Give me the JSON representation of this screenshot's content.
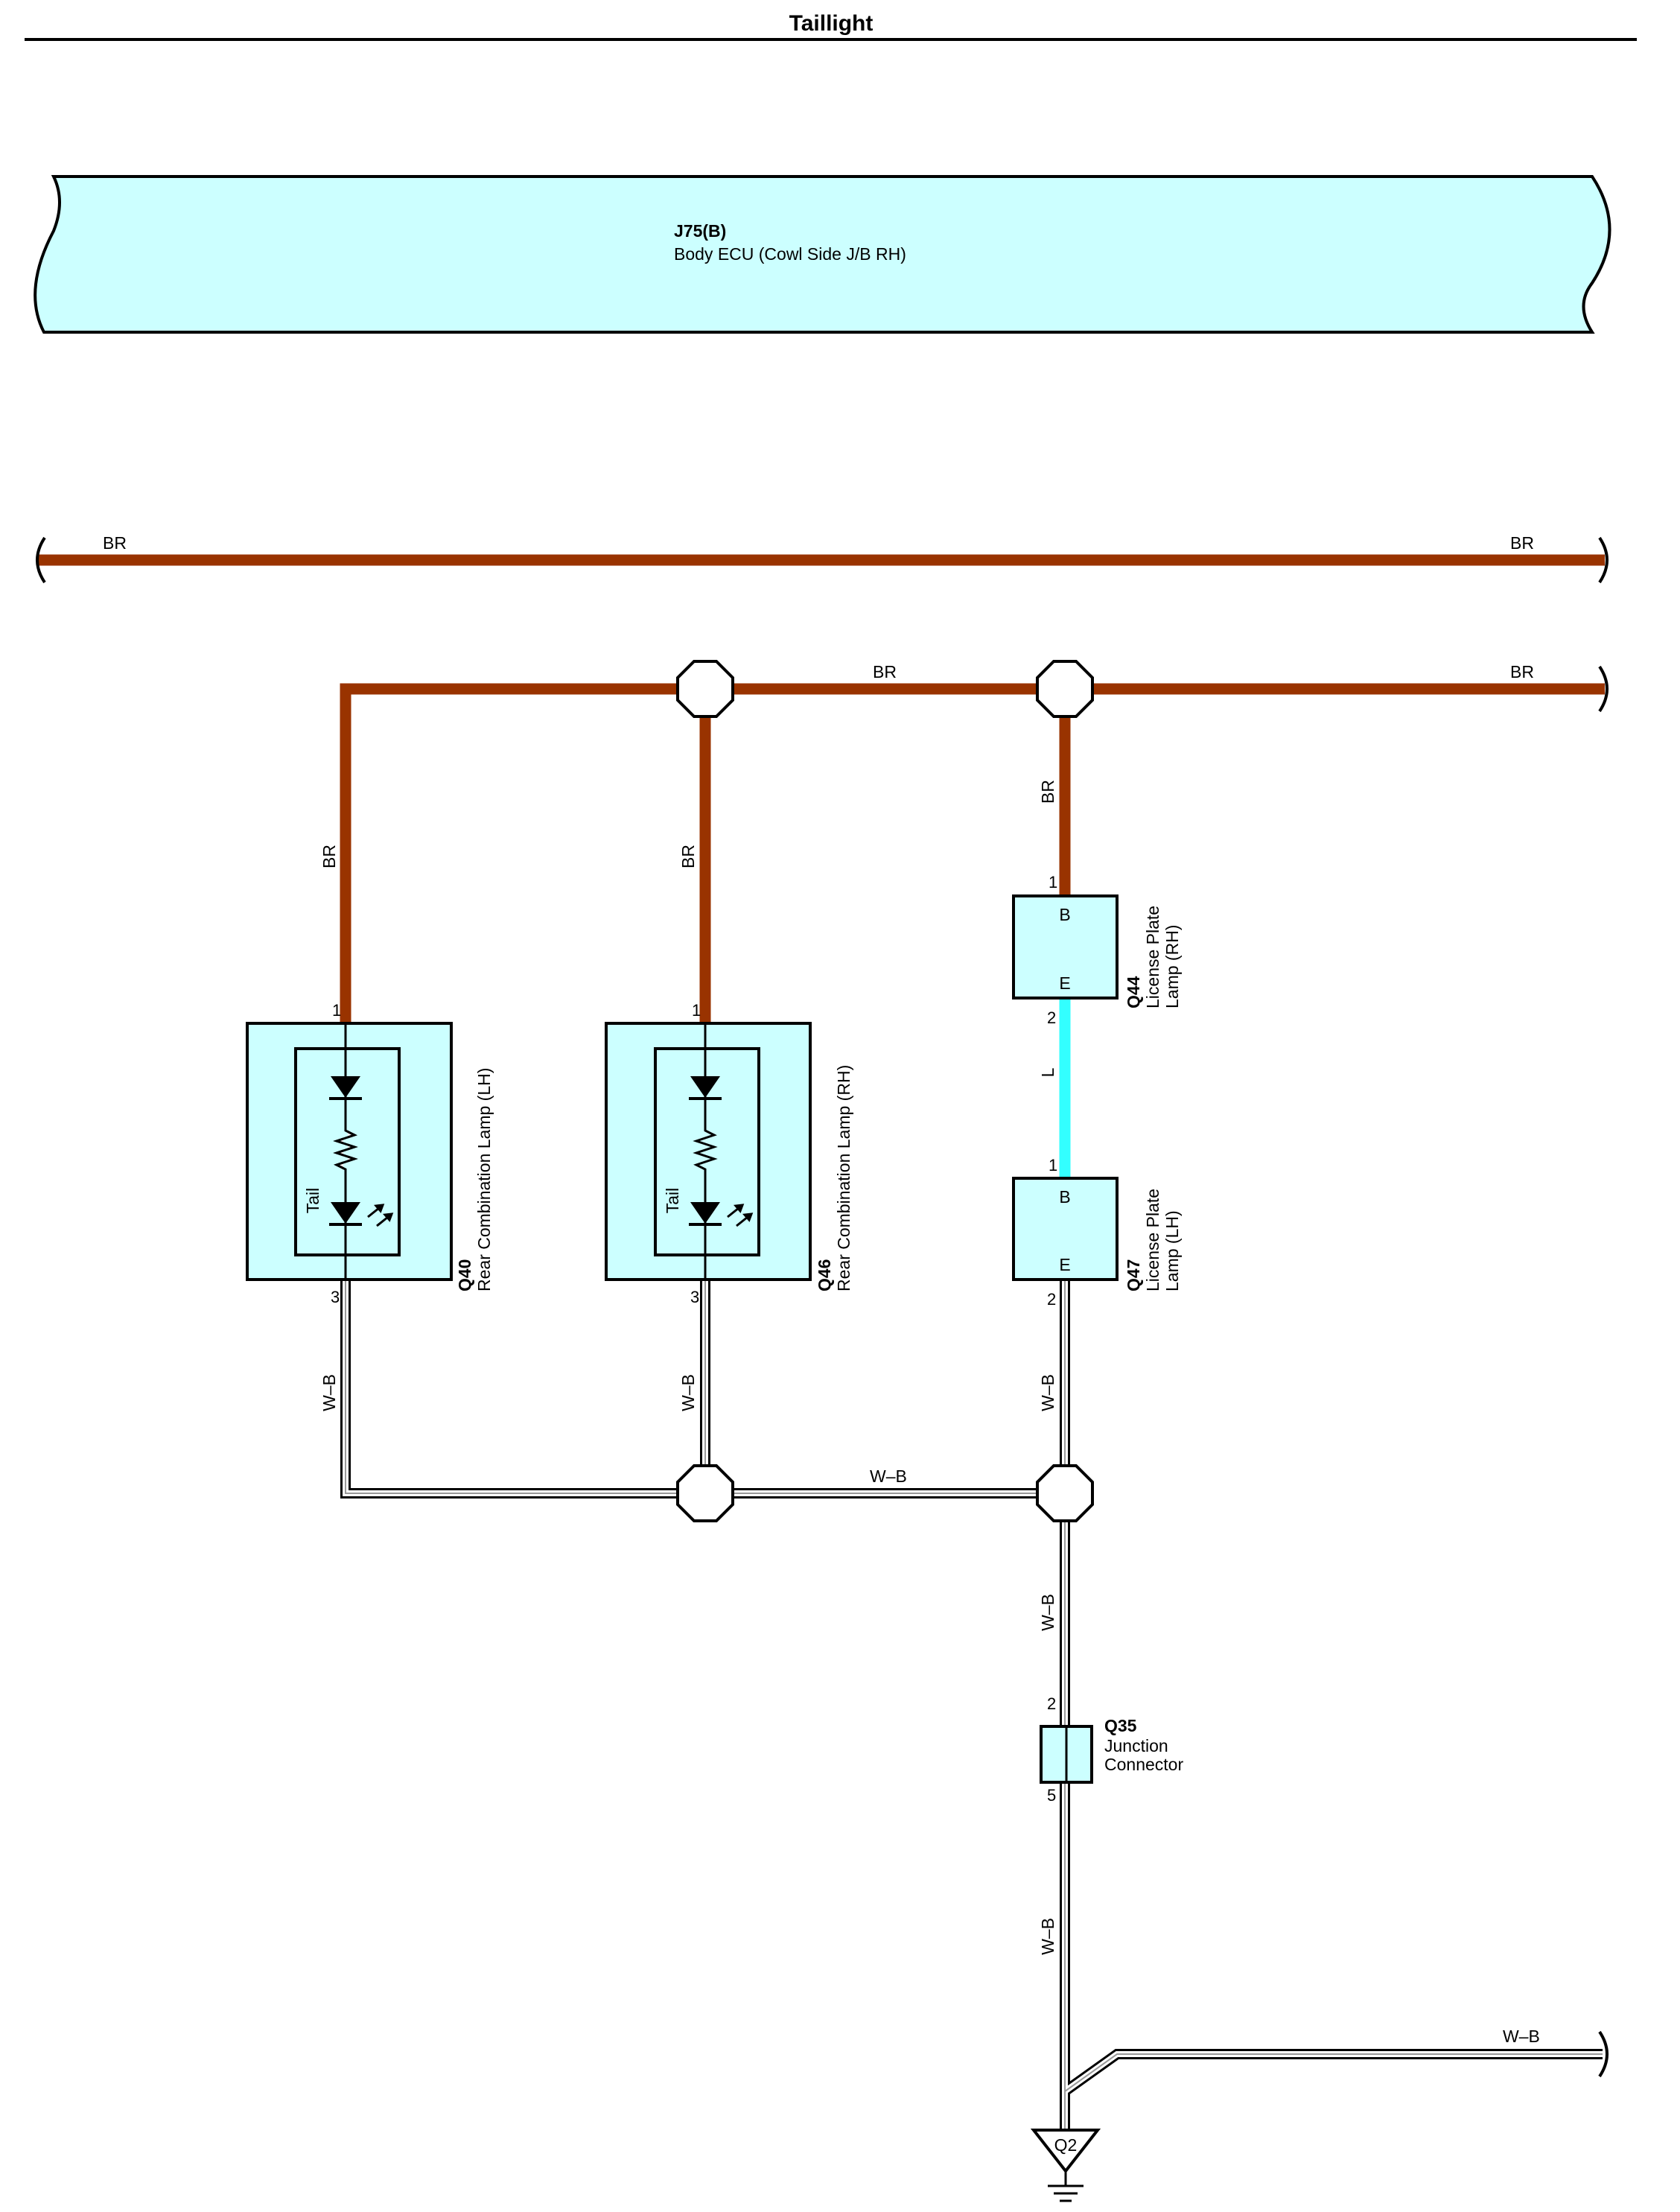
{
  "title": "Taillight",
  "colors": {
    "wire_br": "#993300",
    "wire_l": "#33ffff",
    "component_fill": "#ccffff",
    "wire_wb_stripe": "#999999",
    "outline": "#000000"
  },
  "ecu": {
    "code": "J75(B)",
    "name": "Body ECU (Cowl Side J/B RH)"
  },
  "wire_labels": {
    "br_top_left": "BR",
    "br_top_right": "BR",
    "br_mid": "BR",
    "br_right": "BR",
    "br_q40": "BR",
    "br_q46": "BR",
    "br_q44": "BR",
    "l_q44_q47": "L",
    "wb_q40": "W–B",
    "wb_q46": "W–B",
    "wb_q47": "W–B",
    "wb_horizontal": "W–B",
    "wb_to_q35": "W–B",
    "wb_from_q35": "W–B",
    "wb_right": "W–B"
  },
  "components": {
    "q40": {
      "code": "Q40",
      "name": "Rear Combination Lamp (LH)",
      "inner_label": "Tail",
      "pin_top": "1",
      "pin_bottom": "3"
    },
    "q46": {
      "code": "Q46",
      "name": "Rear Combination Lamp (RH)",
      "inner_label": "Tail",
      "pin_top": "1",
      "pin_bottom": "3"
    },
    "q44": {
      "code": "Q44",
      "name_line1": "License Plate",
      "name_line2": "Lamp (RH)",
      "term_top": "B",
      "term_bottom": "E",
      "pin_top": "1",
      "pin_bottom": "2"
    },
    "q47": {
      "code": "Q47",
      "name_line1": "License Plate",
      "name_line2": "Lamp (LH)",
      "term_top": "B",
      "term_bottom": "E",
      "pin_top": "1",
      "pin_bottom": "2"
    },
    "q35": {
      "code": "Q35",
      "name_line1": "Junction",
      "name_line2": "Connector",
      "pin_top": "2",
      "pin_bottom": "5"
    },
    "q2": {
      "code": "Q2"
    }
  }
}
